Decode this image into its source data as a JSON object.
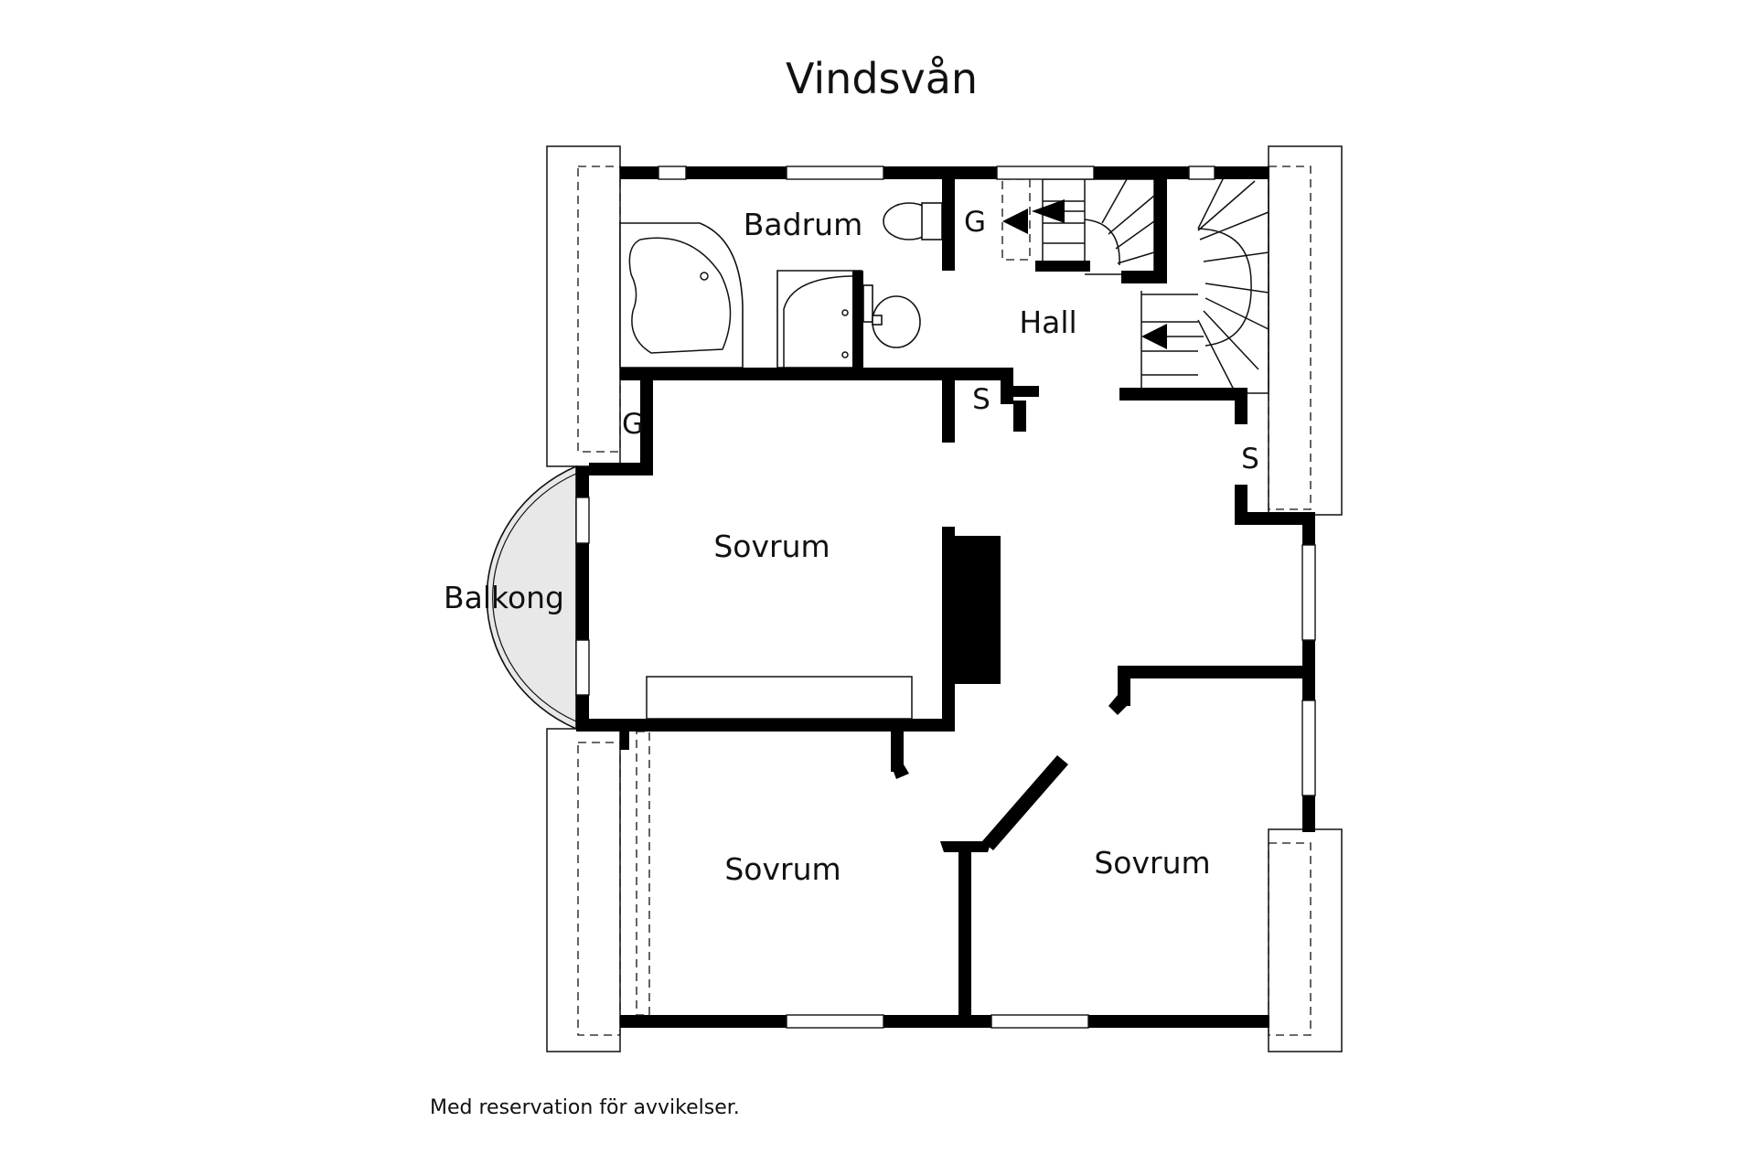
{
  "title": "Vindsvån",
  "disclaimer": "Med reservation för avvikelser.",
  "rooms": {
    "bathroom": "Badrum",
    "hall": "Hall",
    "bedroom_large": "Sovrum",
    "bedroom_left": "Sovrum",
    "bedroom_right": "Sovrum",
    "balcony": "Balkong"
  },
  "marks": {
    "wardrobe_bath": "G",
    "wardrobe_left": "G",
    "closet_hall": "S",
    "closet_right": "S"
  },
  "colors": {
    "wall": "#000000",
    "balcony_fill": "#e8e8e8",
    "line": "#111111"
  }
}
